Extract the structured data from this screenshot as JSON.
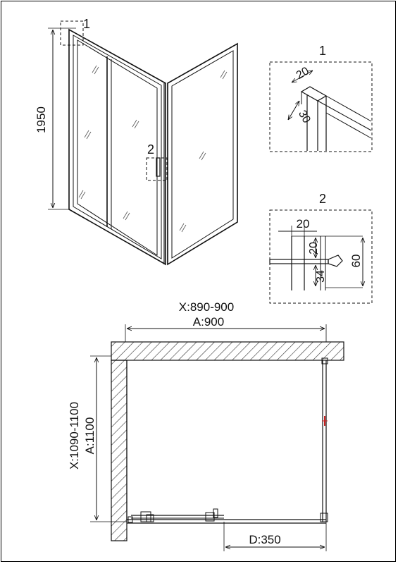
{
  "iso_view": {
    "height_label": "1950",
    "callout_1": "1",
    "callout_2": "2"
  },
  "detail_1": {
    "title": "1",
    "dim_a": "20",
    "dim_b": "30"
  },
  "detail_2": {
    "title": "2",
    "dim_width": "20",
    "dim_upper": "20",
    "dim_lower": "34",
    "dim_total": "60"
  },
  "plan_view": {
    "x_width": "X:890-900",
    "a_width": "A:900",
    "x_depth": "X:1090-1100",
    "a_depth": "A:1100",
    "d_opening": "D:350"
  },
  "colors": {
    "line": "#111111",
    "hatch": "#333333",
    "accent": "#cc2222"
  }
}
